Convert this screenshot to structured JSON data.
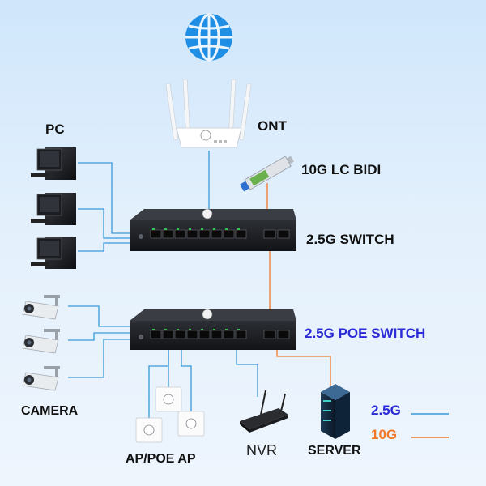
{
  "labels": {
    "ont": "ONT",
    "sfp": "10G LC BIDI",
    "pc": "PC",
    "switch": "2.5G SWITCH",
    "poe_switch": "2.5G POE SWITCH",
    "camera": "CAMERA",
    "ap": "AP/POE AP",
    "nvr": "NVR",
    "server": "SERVER"
  },
  "legend": [
    {
      "label": "2.5G",
      "color": "#2a2ad6",
      "line_color": "#3a9ad8"
    },
    {
      "label": "10G",
      "color": "#f07a2a",
      "line_color": "#f07a2a"
    }
  ],
  "colors": {
    "link_2_5g": "#3a9ad8",
    "link_10g": "#f07a2a",
    "globe": "#1f8fe6",
    "switch_body": "#1b1d21"
  },
  "icons": [
    "globe-icon",
    "router-icon",
    "sfp-module-icon",
    "pc-icon",
    "switch-icon",
    "poe-switch-icon",
    "camera-icon",
    "access-point-icon",
    "nvr-icon",
    "server-icon"
  ]
}
